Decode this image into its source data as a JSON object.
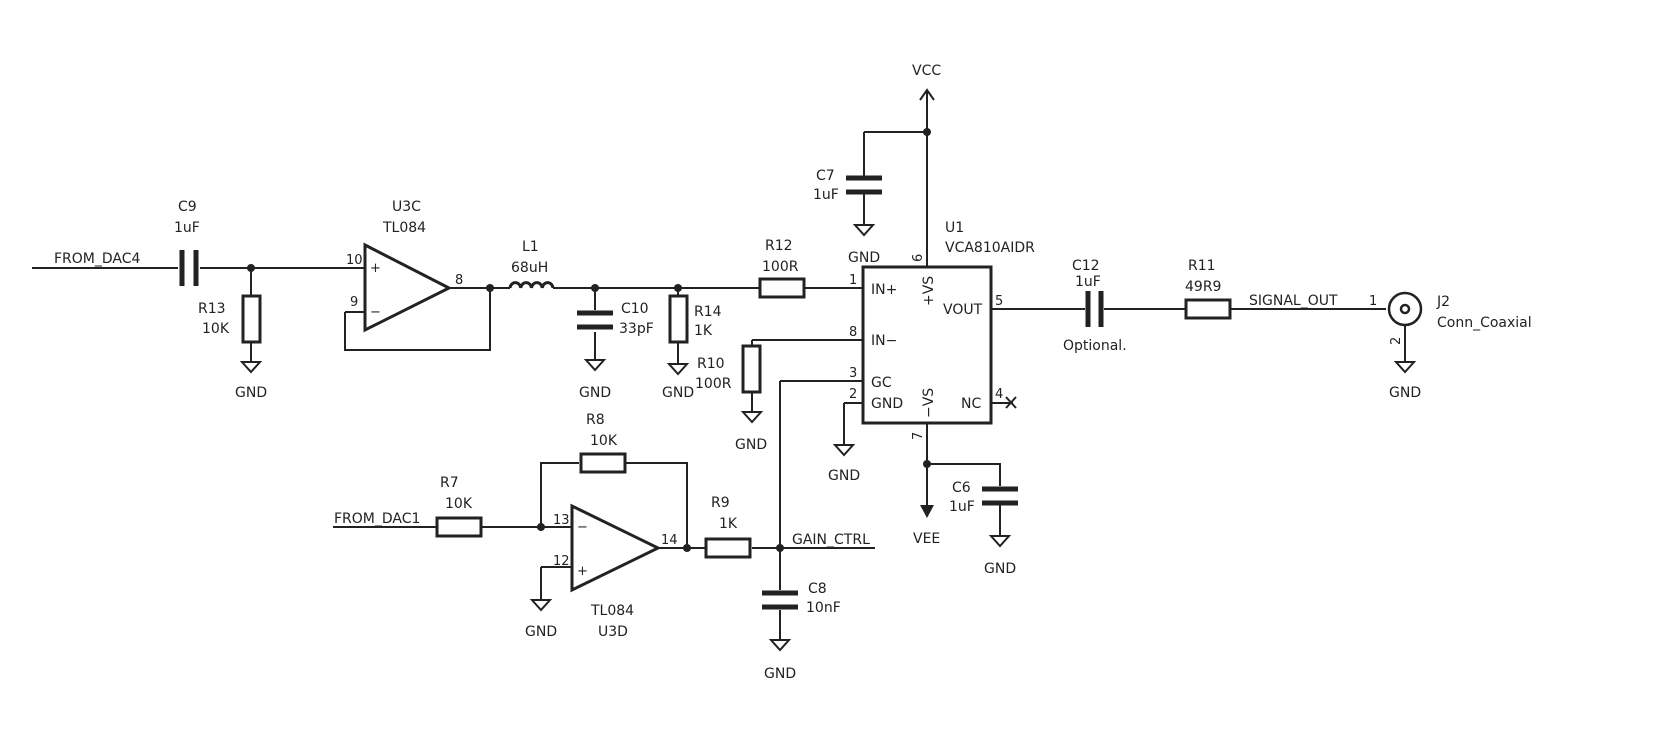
{
  "nets": {
    "from_dac4": "FROM_DAC4",
    "from_dac1": "FROM_DAC1",
    "signal_out": "SIGNAL_OUT",
    "gain_ctrl": "GAIN_CTRL",
    "vcc": "VCC",
    "vee": "VEE",
    "gnd": "GND"
  },
  "components": {
    "c9": {
      "ref": "C9",
      "value": "1uF"
    },
    "r13": {
      "ref": "R13",
      "value": "10K"
    },
    "u3c": {
      "ref": "U3C",
      "value": "TL084",
      "pins": [
        "10",
        "9",
        "8"
      ]
    },
    "l1": {
      "ref": "L1",
      "value": "68uH"
    },
    "c10": {
      "ref": "C10",
      "value": "33pF"
    },
    "r14": {
      "ref": "R14",
      "value": "1K"
    },
    "r12": {
      "ref": "R12",
      "value": "100R"
    },
    "r10": {
      "ref": "R10",
      "value": "100R"
    },
    "c7": {
      "ref": "C7",
      "value": "1uF"
    },
    "u1": {
      "ref": "U1",
      "value": "VCA810AIDR",
      "pins": {
        "in_plus": "IN+",
        "in_minus": "IN−",
        "gc": "GC",
        "gnd": "GND",
        "vout": "VOUT",
        "nc": "NC",
        "vs_plus": "+VS",
        "vs_minus": "−VS"
      },
      "pin_numbers": {
        "in_plus": "1",
        "in_minus": "8",
        "gc": "3",
        "gnd": "2",
        "vout": "5",
        "nc": "4",
        "vs_plus": "6",
        "vs_minus": "7"
      }
    },
    "c6": {
      "ref": "C6",
      "value": "1uF"
    },
    "c12": {
      "ref": "C12",
      "value": "1uF",
      "note": "Optional."
    },
    "r11": {
      "ref": "R11",
      "value": "49R9"
    },
    "j2": {
      "ref": "J2",
      "value": "Conn_Coaxial",
      "pins": [
        "1",
        "2"
      ]
    },
    "r7": {
      "ref": "R7",
      "value": "10K"
    },
    "r8": {
      "ref": "R8",
      "value": "10K"
    },
    "u3d": {
      "ref": "U3D",
      "value": "TL084",
      "pins": [
        "13",
        "12",
        "14"
      ]
    },
    "r9": {
      "ref": "R9",
      "value": "1K"
    },
    "c8": {
      "ref": "C8",
      "value": "10nF"
    }
  }
}
